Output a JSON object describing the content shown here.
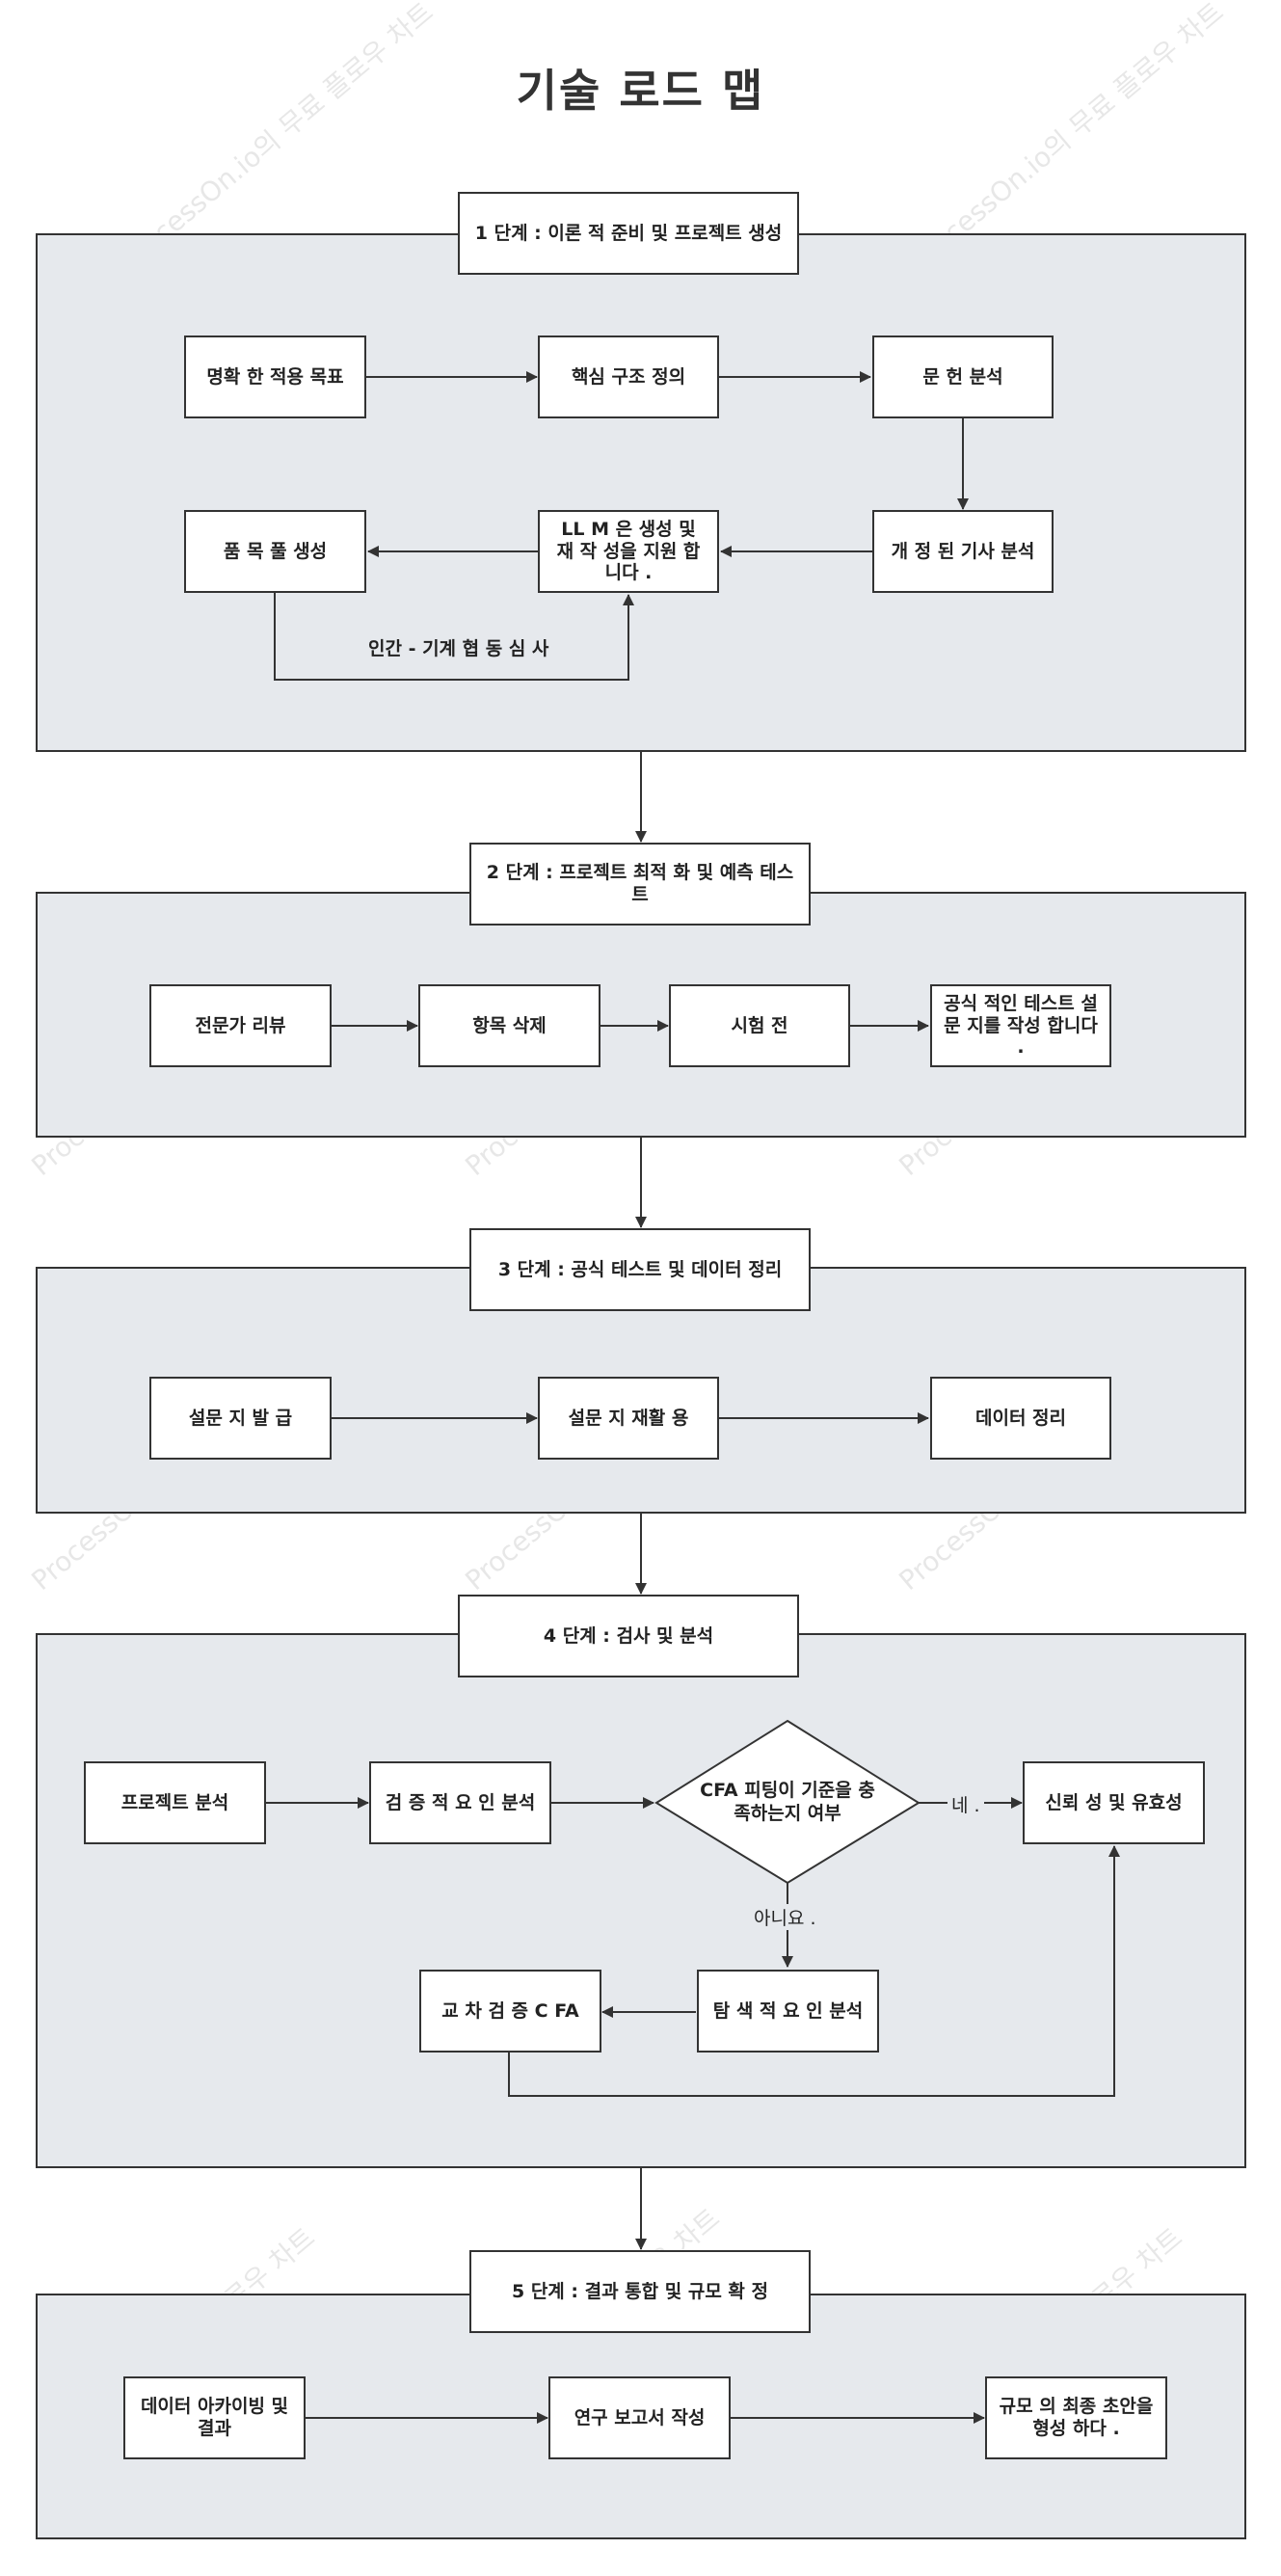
{
  "title": "기술 로드 맵",
  "watermarks": [
    "ProcessOn.io의 무료 플로우 차트",
    "ProcessOn.io의 무료 플로우 차트",
    "ProcessOn",
    "ProcessOn",
    "ProcessOn",
    "ProcessOn",
    "ProcessOn",
    "ProcessOn",
    "플로우 차트",
    "플로우 차트",
    "플로우 차트"
  ],
  "stages": [
    {
      "label": "1 단계 : 이론 적 준비 및 프로젝트 생성",
      "nodes": [
        "명확 한 적용 목표",
        "핵심 구조 정의",
        "문 헌 분석",
        "개 정 된 기사 분석",
        "LL M 은 생성 및 재 작 성을 지원 합니다 .",
        "품 목 풀 생성"
      ],
      "edge_label": "인간 - 기계 협 동 심 사"
    },
    {
      "label": "2 단계 : 프로젝트 최적 화 및 예측 테스트",
      "nodes": [
        "전문가 리뷰",
        "항목 삭제",
        "시험 전",
        "공식 적인 테스트 설문 지를 작성 합니다 ."
      ]
    },
    {
      "label": "3 단계 : 공식 테스트 및 데이터 정리",
      "nodes": [
        "설문 지 발 급",
        "설문 지 재활 용",
        "데이터 정리"
      ]
    },
    {
      "label": "4 단계 : 검사 및 분석",
      "nodes": [
        "프로젝트 분석",
        "검 증 적 요 인 분석",
        "CFA 피팅이 기준을 충족하는지 여부",
        "신뢰 성 및 유효성",
        "탐 색 적 요 인 분석",
        "교 차 검 증 C FA"
      ],
      "yes_label": "네 .",
      "no_label": "아니요 ."
    },
    {
      "label": "5 단계 : 결과 통합 및 규모 확 정",
      "nodes": [
        "데이터 아카이빙 및 결과",
        "연구 보고서 작성",
        "규모 의 최종 초안을 형성 하다 ."
      ]
    }
  ],
  "colors": {
    "stage_fill": "#e6e9ed",
    "stroke": "#333333",
    "node_fill": "#ffffff"
  }
}
